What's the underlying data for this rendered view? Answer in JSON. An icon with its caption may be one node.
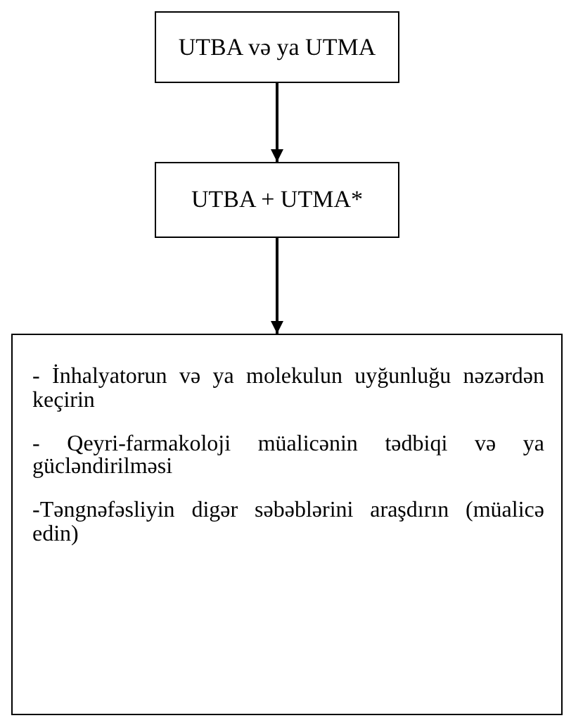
{
  "diagram": {
    "nodes": [
      {
        "text": [
          "UTBA və ya UTMA"
        ]
      },
      {
        "text": [
          "UTBA + UTMA*"
        ]
      },
      {
        "text": [
          "- İnhalyatorun və ya molekulun uyğunluğu nəzərdən keçirin",
          "- Qeyri-farmakoloji müalicənin tədbiqi və ya gücləndirilməsi",
          "-Təngnəfəsliyin digər səbəblərini araşdırın (müalicə edin)"
        ]
      }
    ],
    "edges": [
      {
        "from": 0,
        "to": 1,
        "arrow": "to"
      },
      {
        "from": 1,
        "to": 2,
        "arrow": "to"
      }
    ]
  }
}
